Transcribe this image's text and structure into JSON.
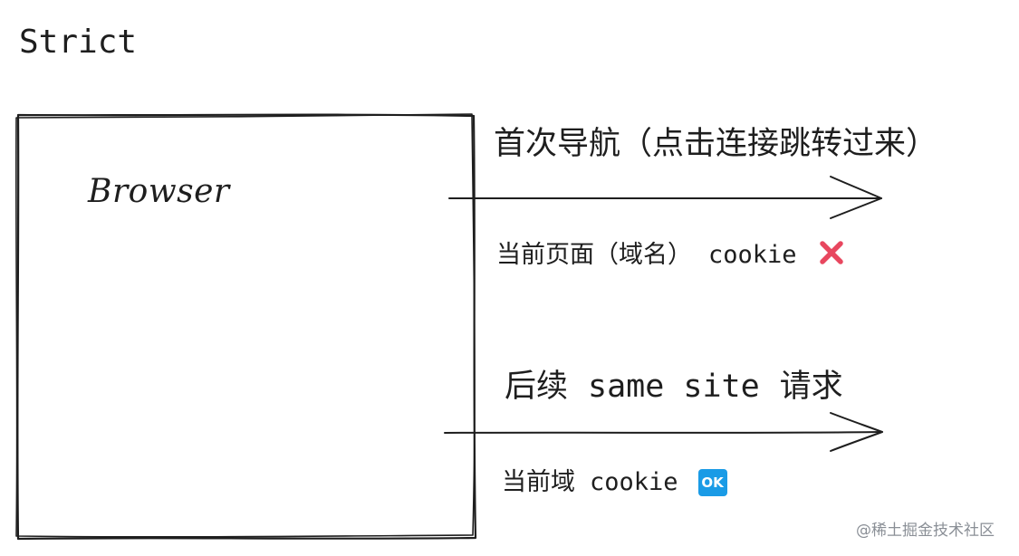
{
  "mode_label": "Strict",
  "browser_label": "Browser",
  "first_navigation": {
    "title": "首次导航（点击连接跳转过来）",
    "detail_prefix": "当前页面（域名）",
    "cookie_label": "cookie",
    "status_icon": "cross-icon",
    "status_color": "#e8475f"
  },
  "followup_request": {
    "title_prefix": "后续",
    "title_code": "same site",
    "title_suffix": "请求",
    "detail_prefix": "当前域",
    "cookie_label": "cookie",
    "status_badge": "OK",
    "status_color": "#1a9be6"
  },
  "watermark": "@稀土掘金技术社区"
}
